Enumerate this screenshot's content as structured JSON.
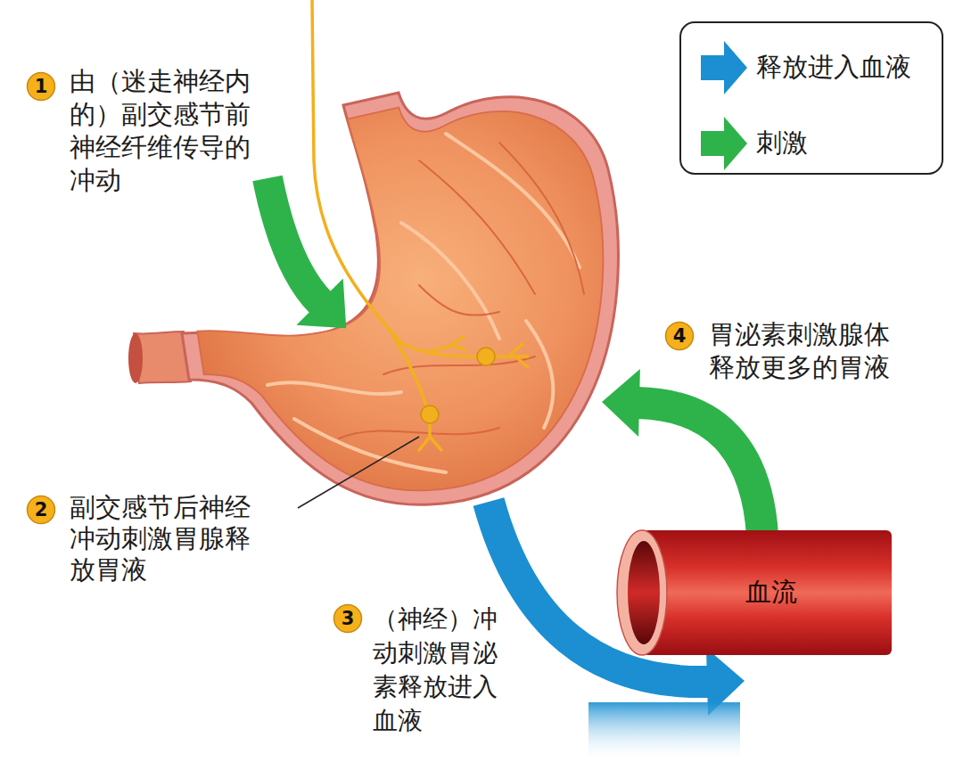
{
  "diagram": {
    "nodes": [
      {
        "text": [
          "1"
        ]
      },
      {
        "text": [
          "4"
        ]
      },
      {
        "text": [
          "2"
        ]
      },
      {
        "text": [
          "血流"
        ]
      },
      {
        "text": [
          "3"
        ]
      }
    ],
    "labels": [
      "由（迷走神经内 的）副交感节前 神经纤维传导的 冲动",
      "胃泌素刺激腺体 释放更多的胃液",
      "副交感节后神经 冲动刺激胃腺释 放胃液",
      "（神经）冲 动刺激胃泌 素释放进入 血液"
    ],
    "legend": [
      {
        "text": "释放进入血液",
        "color": "#1b8fd2"
      },
      {
        "text": "刺激",
        "color": "#2db34a"
      }
    ]
  }
}
